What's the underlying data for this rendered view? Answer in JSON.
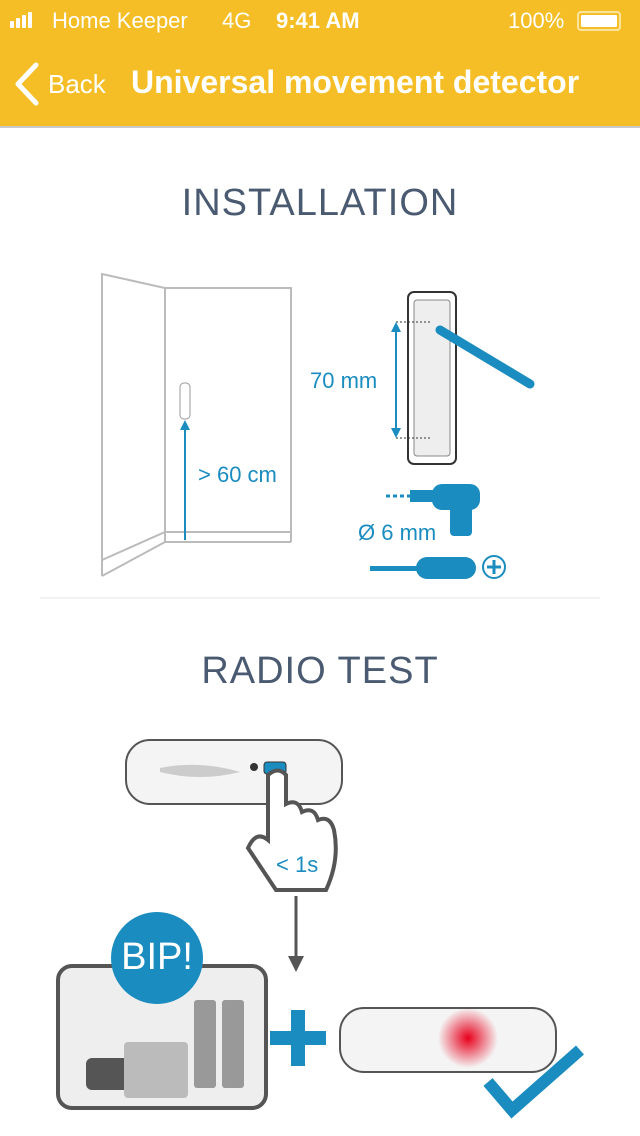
{
  "status_bar": {
    "carrier": "Home Keeper",
    "network": "4G",
    "time": "9:41 AM",
    "battery": "100%"
  },
  "nav": {
    "back_label": "Back",
    "title": "Universal movement detector"
  },
  "installation": {
    "heading": "INSTALLATION",
    "height_label": "> 60 cm",
    "spacing_label": "70 mm",
    "drill_label": "Ø 6 mm"
  },
  "radio_test": {
    "heading": "RADIO TEST",
    "press_label": "< 1s",
    "beep_label": "BIP!"
  },
  "colors": {
    "nav": "#F5BE26",
    "accent": "#1A8CC0",
    "heading": "#4A5A70"
  }
}
